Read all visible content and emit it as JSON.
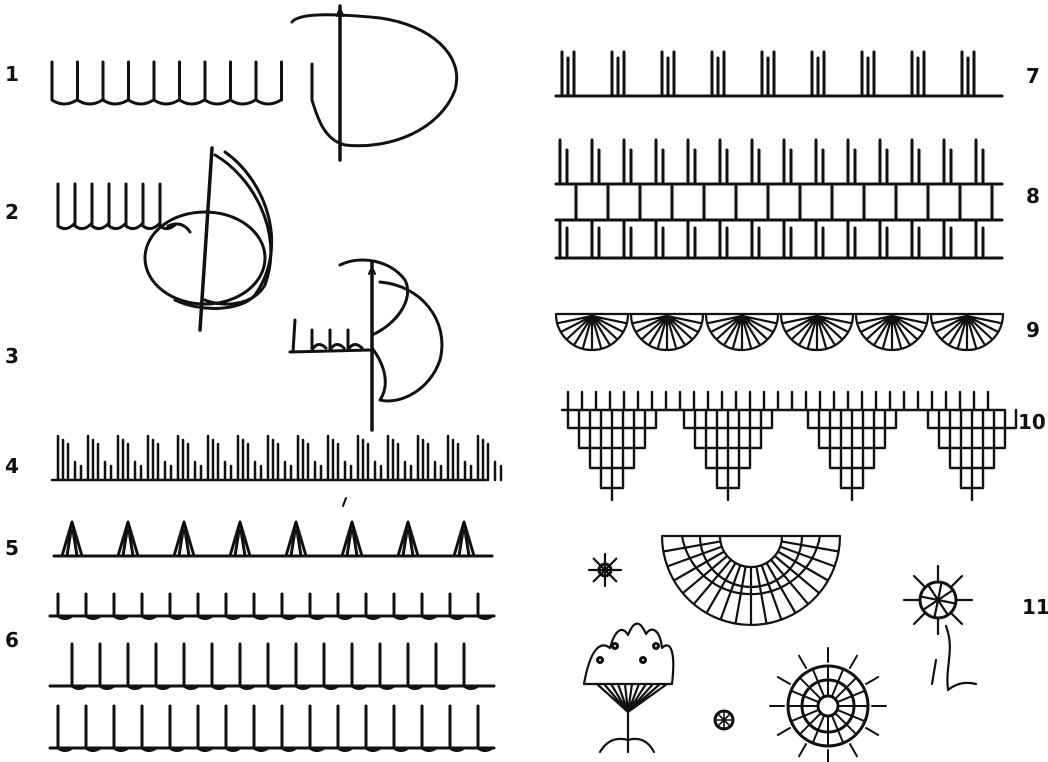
{
  "figure": {
    "labels": [
      "1",
      "2",
      "3",
      "4",
      "5",
      "6",
      "7",
      "8",
      "9",
      "10",
      "11"
    ],
    "ink_color": "#111111",
    "background": "#ffffff"
  }
}
